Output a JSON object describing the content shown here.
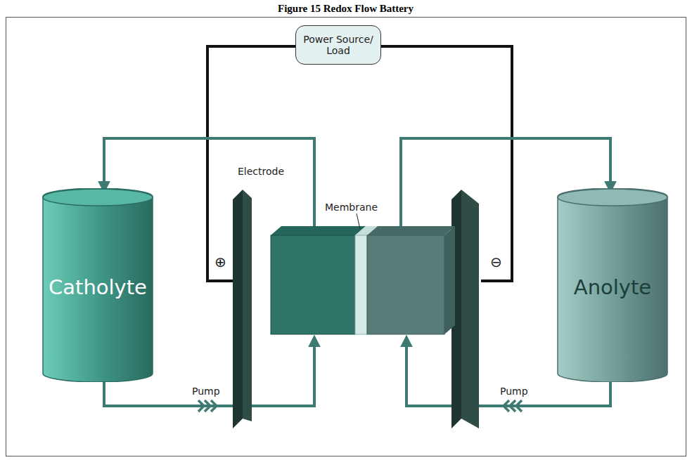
{
  "diagram": {
    "title": "Figure 15 Redox Flow Battery",
    "nodes": [
      {
        "text": [
          "Power Source/ Load"
        ]
      },
      {
        "text": [
          "Catholyte"
        ]
      },
      {
        "text": [
          "Anolyte"
        ]
      }
    ],
    "labels": [
      "Electrode",
      "Membrane",
      "⊕",
      "⊖",
      "Pump",
      "Pump"
    ]
  }
}
